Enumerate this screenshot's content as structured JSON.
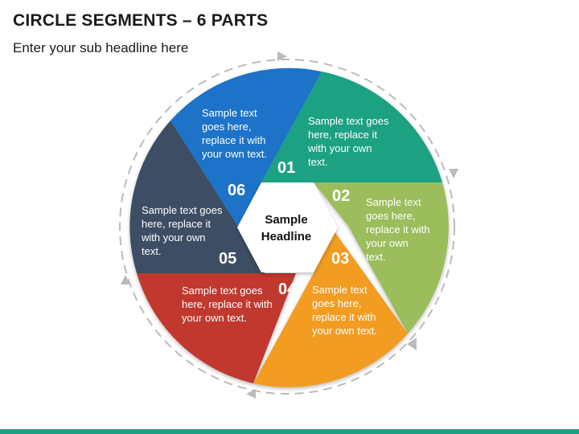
{
  "header": {
    "title": "CIRCLE SEGMENTS – 6 PARTS",
    "subtitle": "Enter your sub headline here"
  },
  "center": {
    "line1": "Sample",
    "line2": "Headline"
  },
  "segments": [
    {
      "number": "01",
      "text": "Sample text goes here, replace it with your own text.",
      "color": "#1fa183"
    },
    {
      "number": "02",
      "text": "Sample text goes here, replace it with your own text.",
      "color": "#9bbd5b"
    },
    {
      "number": "03",
      "text": "Sample text goes here, replace it with your own text.",
      "color": "#f29c22"
    },
    {
      "number": "04",
      "text": "Sample text goes here, replace it with your own text.",
      "color": "#c0392f"
    },
    {
      "number": "05",
      "text": "Sample text goes here, replace it with your own text.",
      "color": "#3d4e64"
    },
    {
      "number": "06",
      "text": "Sample text goes here, replace it with your own text.",
      "color": "#1a73c8"
    }
  ],
  "colors": {
    "accent_bar": "#1f9e84",
    "dashed_ring": "#bbbbbb"
  }
}
